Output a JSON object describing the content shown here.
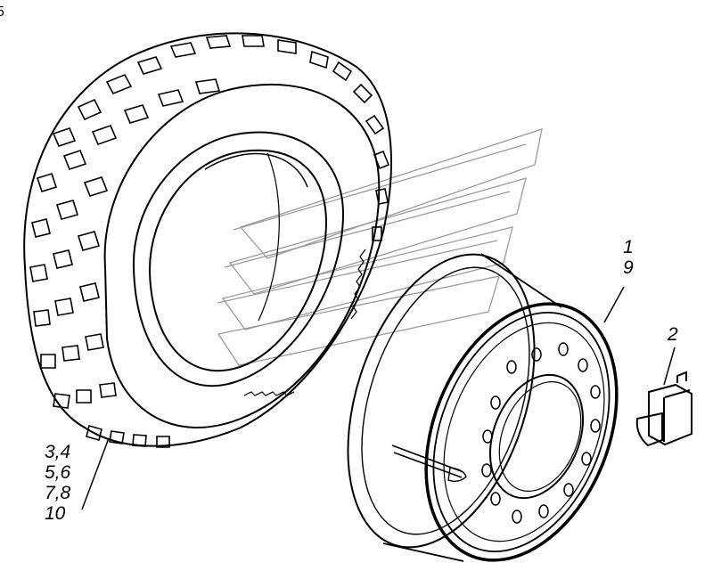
{
  "corner_mark": "5",
  "callouts": {
    "tire": [
      "3,4",
      "5,6",
      "7,8",
      "10"
    ],
    "rim_top": "1",
    "rim_bottom": "9",
    "clip": "2"
  },
  "colors": {
    "line": "#000000",
    "watermark": "#9a9a9a",
    "background": "#ffffff"
  },
  "icons": {
    "watermark": "kamaz-logo-watermark"
  }
}
